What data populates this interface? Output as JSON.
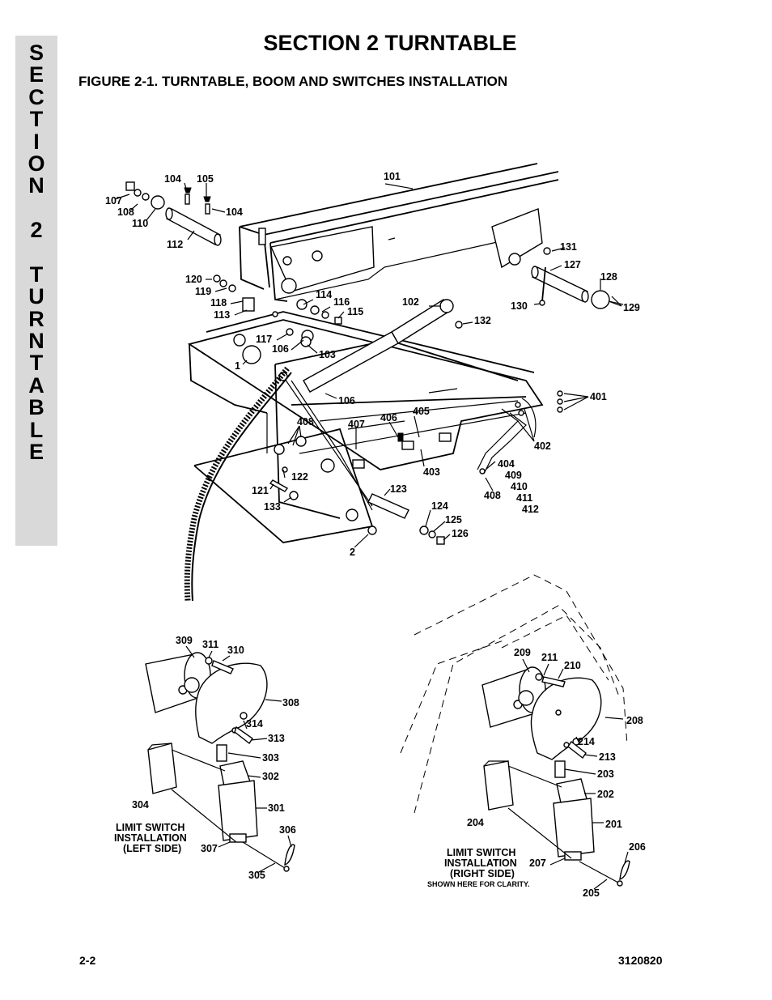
{
  "side_tab": {
    "letters": [
      "S",
      "E",
      "C",
      "T",
      "I",
      "O",
      "N",
      "",
      "2",
      "",
      "T",
      "U",
      "R",
      "N",
      "T",
      "A",
      "B",
      "L",
      "E"
    ]
  },
  "header": {
    "section_title": "SECTION 2  TURNTABLE",
    "figure_title": "FIGURE 2-1.    TURNTABLE, BOOM AND SWITCHES INSTALLATION"
  },
  "callouts": {
    "c101": "101",
    "c104a": "104",
    "c105": "105",
    "c107": "107",
    "c108": "108",
    "c110": "110",
    "c104b": "104",
    "c112": "112",
    "c131": "131",
    "c127": "127",
    "c128": "128",
    "c130": "130",
    "c129": "129",
    "c120": "120",
    "c119": "119",
    "c118": "118",
    "c113": "113",
    "c114": "114",
    "c116": "116",
    "c115": "115",
    "c102": "102",
    "c132": "132",
    "c117": "117",
    "c106a": "106",
    "c103": "103",
    "c1": "1",
    "c106b": "106",
    "c401": "401",
    "c408a": "408",
    "c407": "407",
    "c406": "406",
    "c405": "405",
    "c402": "402",
    "c403": "403",
    "c404": "404",
    "c409": "409",
    "c410": "410",
    "c411": "411",
    "c412": "412",
    "c408b": "408",
    "c122": "122",
    "c121": "121",
    "c133": "133",
    "c123": "123",
    "c124": "124",
    "c125": "125",
    "c126": "126",
    "c2": "2",
    "c309": "309",
    "c311": "311",
    "c310": "310",
    "c308": "308",
    "c314": "314",
    "c313": "313",
    "c303": "303",
    "c302": "302",
    "c304": "304",
    "c301": "301",
    "c306": "306",
    "c307": "307",
    "c305": "305",
    "c209": "209",
    "c211": "211",
    "c210": "210",
    "c208": "208",
    "c214": "214",
    "c213": "213",
    "c203": "203",
    "c202": "202",
    "c204": "204",
    "c201": "201",
    "c206": "206",
    "c207": "207",
    "c205": "205"
  },
  "captions": {
    "left": [
      "LIMIT SWITCH",
      "INSTALLATION",
      "(LEFT SIDE)"
    ],
    "right": [
      "LIMIT SWITCH",
      "INSTALLATION",
      "(RIGHT SIDE)"
    ],
    "right_note": "SHOWN HERE FOR CLARITY."
  },
  "footer": {
    "page_number": "2-2",
    "document_number": "3120820"
  }
}
